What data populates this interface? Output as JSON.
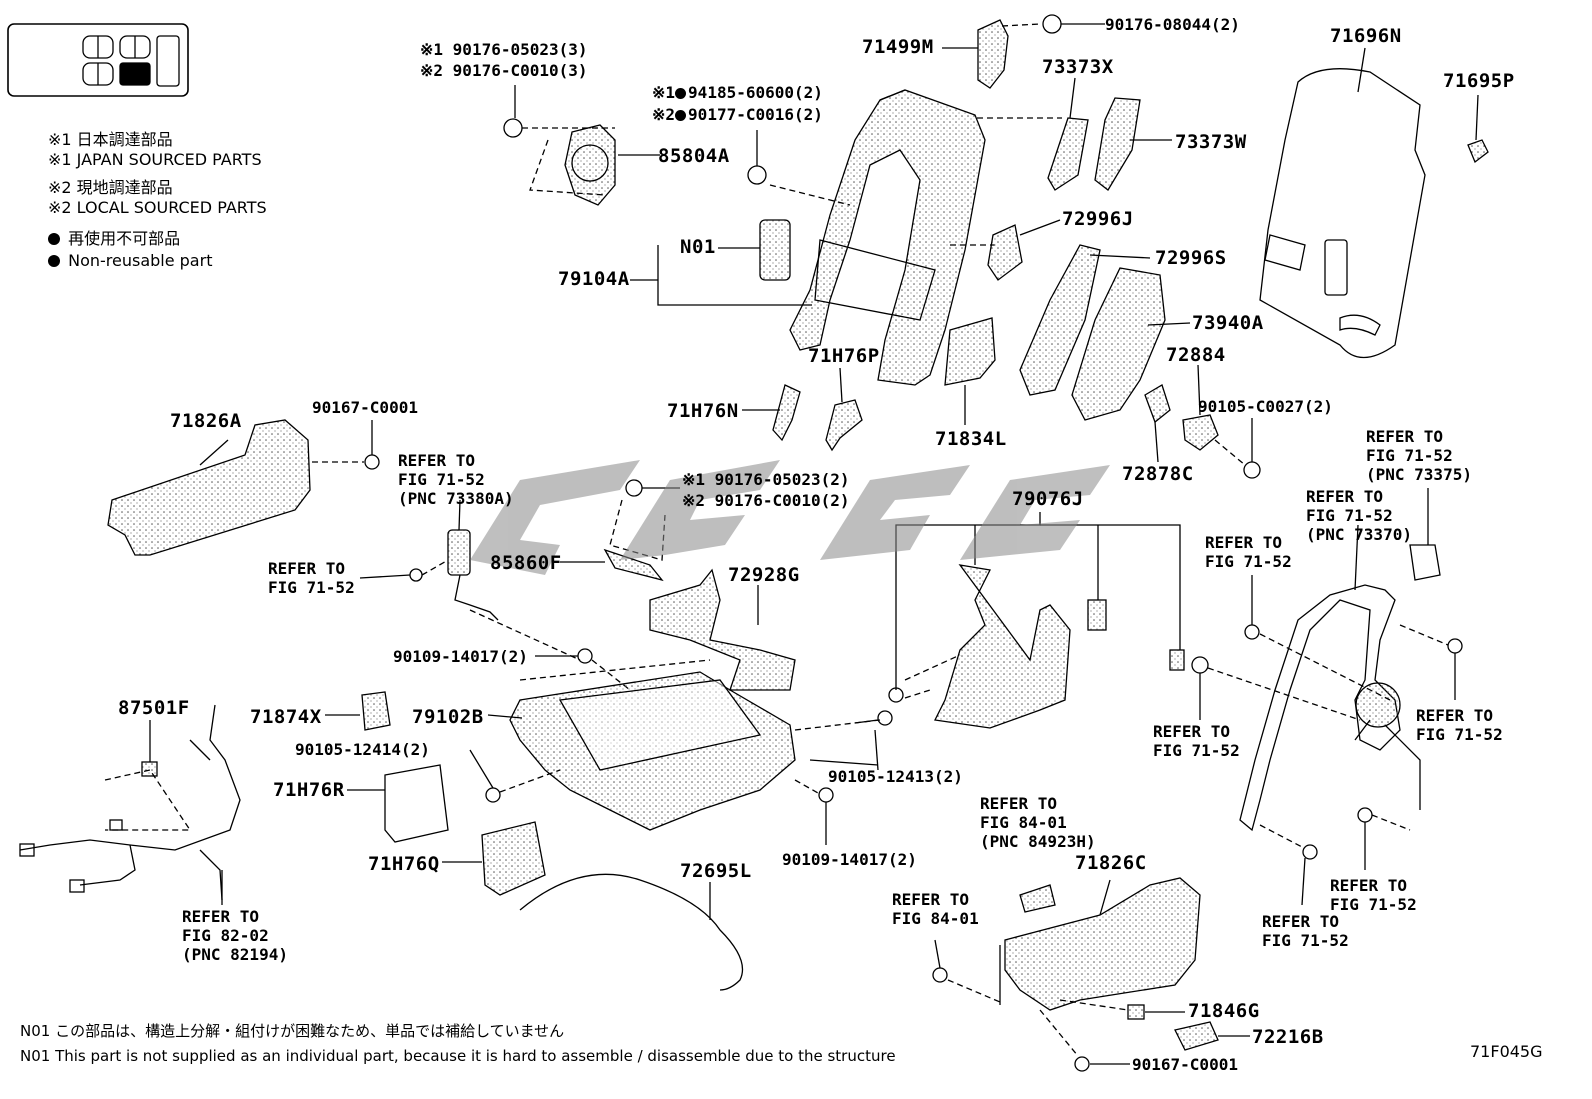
{
  "parts": {
    "p71499M": "71499M",
    "p90176_08044": "90176-08044(2)",
    "p71696N": "71696N",
    "p71695P": "71695P",
    "p73373X": "73373X",
    "p73373W": "73373W",
    "p85804A": "85804A",
    "p79104A": "79104A",
    "pN01": "N01",
    "p72996J": "72996J",
    "p72996S": "72996S",
    "p73940A": "73940A",
    "p72884": "72884",
    "p90105_C0027": "90105-C0027(2)",
    "p72878C": "72878C",
    "p71834L": "71834L",
    "p71H76P": "71H76P",
    "p71H76N": "71H76N",
    "p71826A": "71826A",
    "p90167_C0001_a": "90167-C0001",
    "p85860F": "85860F",
    "p72928G": "72928G",
    "p79076J": "79076J",
    "p90109_14017_a": "90109-14017(2)",
    "p87501F": "87501F",
    "p71874X": "71874X",
    "p79102B": "79102B",
    "p90105_12414": "90105-12414(2)",
    "p71H76R": "71H76R",
    "p71H76Q": "71H76Q",
    "p90105_12413": "90105-12413(2)",
    "p90109_14017_b": "90109-14017(2)",
    "p72695L": "72695L",
    "p71826C": "71826C",
    "p71846G": "71846G",
    "p72216B": "72216B",
    "p90167_C0001_b": "90167-C0001"
  },
  "variants": {
    "top_left_1": "※1 90176-05023(3)",
    "top_left_2": "※2 90176-C0010(3)",
    "mid_1_prefix": "※1",
    "mid_1_code": "94185-60600(2)",
    "mid_2_prefix": "※2",
    "mid_2_code": "90177-C0016(2)",
    "center_1": "※1 90176-05023(2)",
    "center_2": "※2 90176-C0010(2)"
  },
  "refs": {
    "r_71_52_pnc73380a": "REFER TO\nFIG 71-52\n(PNC 73380A)",
    "r_71_52_a": "REFER TO\nFIG 71-52",
    "r_71_52_pnc73375": "REFER TO\nFIG 71-52\n(PNC 73375)",
    "r_71_52_pnc73370": "REFER TO\nFIG 71-52\n(PNC 73370)",
    "r_71_52_b": "REFER TO\nFIG 71-52",
    "r_71_52_c": "REFER TO\nFIG 71-52",
    "r_71_52_d": "REFER TO\nFIG 71-52",
    "r_71_52_e": "REFER TO\nFIG 71-52",
    "r_71_52_f": "REFER TO\nFIG 71-52",
    "r_84_01_pnc84923h": "REFER TO\nFIG 84-01\n(PNC 84923H)",
    "r_84_01": "REFER TO\nFIG 84-01",
    "r_82_02_pnc82194": "REFER TO\nFIG 82-02\n(PNC 82194)"
  },
  "legend": {
    "l1": "※1 日本調達部品",
    "l2": "※1 JAPAN SOURCED PARTS",
    "l3": "※2 現地調達部品",
    "l4": "※2 LOCAL SOURCED PARTS",
    "l5": "再使用不可部品",
    "l6": "Non-reusable part"
  },
  "notes": {
    "n_jp": "N01 この部品は、構造上分解・組付けが困難なため、単品では補給していません",
    "n_en": "N01 This part is not supplied as an individual part, because it is hard to assemble / disassemble due to the structure"
  },
  "figure_code": "71F045G"
}
